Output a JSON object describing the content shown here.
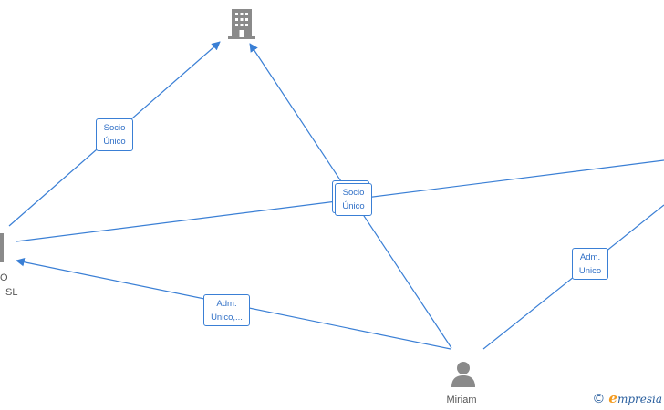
{
  "edges": [
    {
      "label_lines": [
        "Socio",
        "Único"
      ]
    },
    {
      "label_lines": [
        "Socio",
        "Único"
      ]
    },
    {
      "label_lines": [
        "Adm.",
        "Unico,..."
      ]
    },
    {
      "label_lines": [
        "Adm.",
        "Unico"
      ]
    }
  ],
  "nodes": {
    "left_company": {
      "label_lines": [
        "O",
        "SL"
      ]
    },
    "person": {
      "label_lines": [
        "Miriam"
      ]
    }
  },
  "brand": {
    "copyright": "©",
    "initial": "e",
    "rest": "mpresia"
  },
  "colors": {
    "edge": "#3a7fd5",
    "icon": "#8a8a8a",
    "brand_accent": "#f39a1e"
  }
}
